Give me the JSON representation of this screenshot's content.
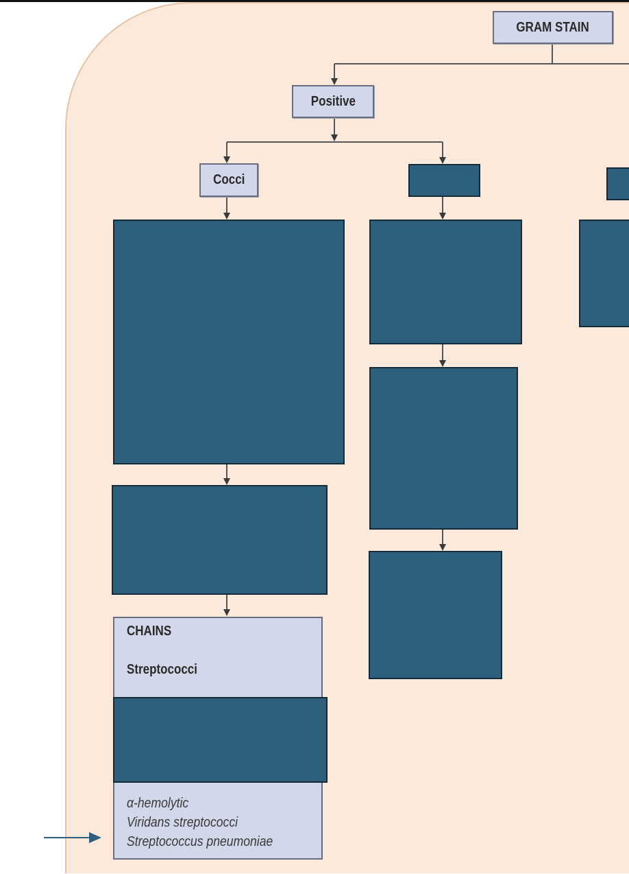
{
  "flowchart": {
    "root": "GRAM STAIN",
    "level1": "Positive",
    "level2": "Cocci",
    "chains": {
      "title": "CHAINS",
      "organism": "Streptococci",
      "hemolysis": "α-hemolytic",
      "species": [
        "Viridans streptococci",
        "Streptococcus pneumoniae"
      ]
    }
  },
  "colors": {
    "panel": "#fbeadc",
    "node_fill": "#d3d7ea",
    "hidden_box": "#2e5f7d",
    "arrow": "#2e5f7d"
  }
}
